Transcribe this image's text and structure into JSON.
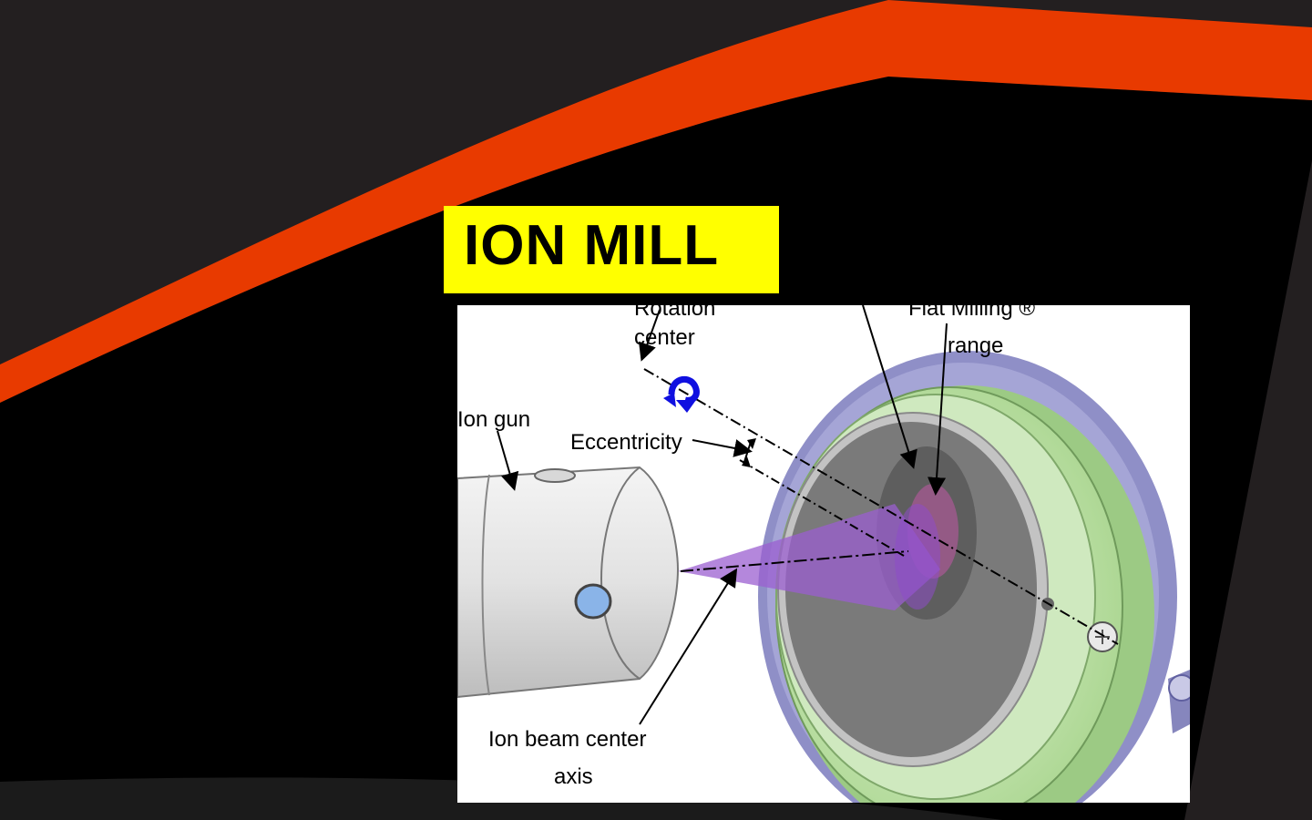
{
  "slide": {
    "title": "ION MILL",
    "colors": {
      "background": "#231f20",
      "inner": "#000000",
      "accent": "#e83a00",
      "title_bg": "#ffff00"
    }
  },
  "diagram": {
    "labels": {
      "rotation_line1": "Rotation",
      "rotation_line2": "center",
      "flat_milling_line1": "Flat Milling ®",
      "flat_milling_line2": "range",
      "ion_gun": "Ion gun",
      "eccentricity": "Eccentricity",
      "beam_axis_line1": "Ion beam center",
      "beam_axis_line2": "axis"
    },
    "colors": {
      "holder": "#c9e9b6",
      "base": "#8f8fc7",
      "beam": "#9b5fd0",
      "rotation_arrow": "#1010e0"
    }
  }
}
